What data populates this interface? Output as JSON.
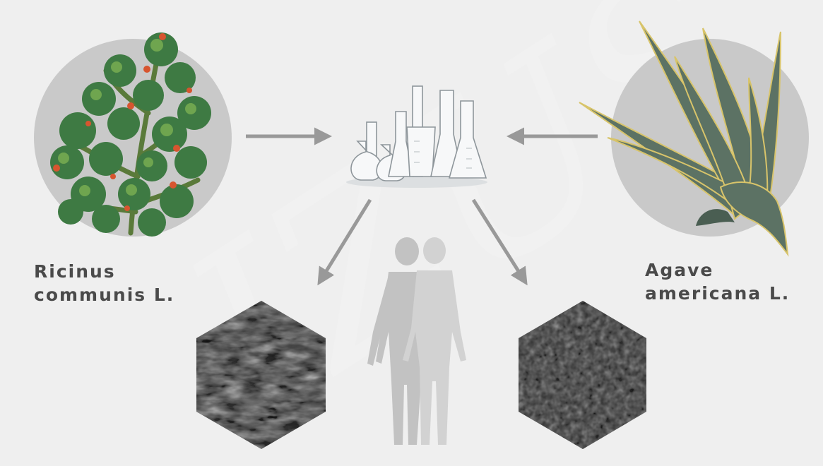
{
  "plants": {
    "left": {
      "label_line1": "Ricinus",
      "label_line2": "communis L."
    },
    "right": {
      "label_line1": "Agave",
      "label_line2": "americana L."
    }
  },
  "watermark": {
    "text": "IZUS"
  },
  "icons": {
    "left_plant": "castor-plant-icon",
    "right_plant": "agave-plant-icon",
    "center": "laboratory-glassware-icon",
    "human": "human-silhouettes-icon",
    "left_sample": "fibrous-texture-hexagon",
    "right_sample": "fine-texture-hexagon"
  },
  "colors": {
    "background": "#efefef",
    "circle": "#c9c9c9",
    "arrow": "#999999",
    "label": "#4a4a4a",
    "ricinus_leaf": "#3e7a43",
    "ricinus_bud": "#d7552f",
    "agave_leaf": "#5c7264",
    "agave_edge": "#d8c46a",
    "sample_dark": "#3a3a3a"
  }
}
